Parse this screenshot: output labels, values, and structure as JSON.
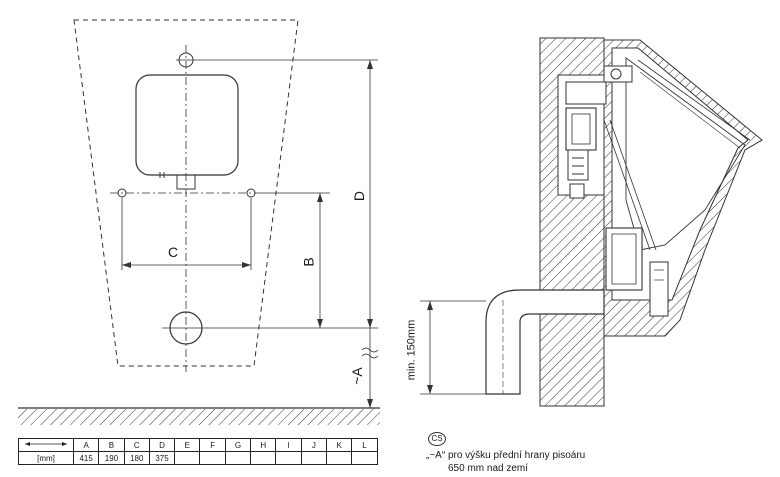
{
  "dimension_letters": {
    "C": "C",
    "B": "B",
    "D": "D",
    "A": "~A"
  },
  "side_view": {
    "min_label": "min. 150mm"
  },
  "table": {
    "unit": "[mm]",
    "headers": [
      "A",
      "B",
      "C",
      "D",
      "E",
      "F",
      "G",
      "H",
      "I",
      "J",
      "K",
      "L"
    ],
    "values": [
      "415",
      "190",
      "180",
      "375",
      "",
      "",
      "",
      "",
      "",
      "",
      "",
      ""
    ]
  },
  "note": {
    "lang_badge": "CS",
    "line1": "„~A“ pro výšku přední hrany pisoáru",
    "line2": "650 mm nad zemí"
  }
}
